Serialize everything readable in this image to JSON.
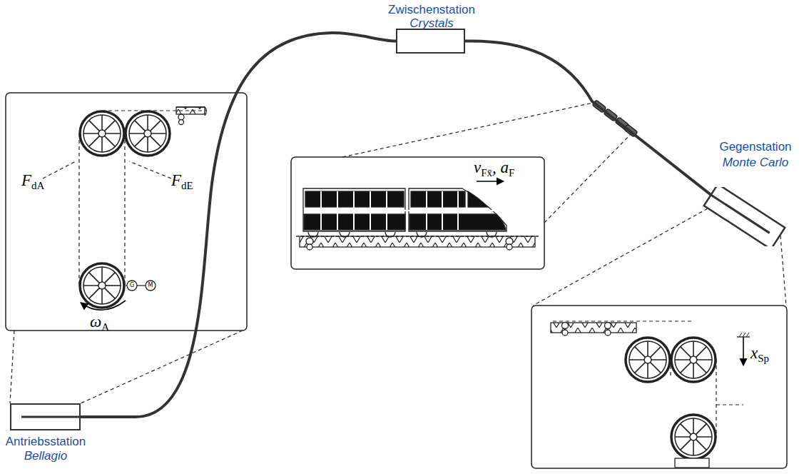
{
  "diagram": {
    "nodes": [
      {
        "text": [
          "Antriebsstation",
          "Bellagio"
        ]
      },
      {
        "text": [
          "Zwischenstation",
          "Crystals"
        ]
      },
      {
        "text": [
          "Gegenstation",
          "Monte Carlo"
        ]
      }
    ],
    "edges": [
      {
        "from": 0,
        "to": 1,
        "arrow": "none"
      },
      {
        "from": 1,
        "to": 2,
        "arrow": "none"
      }
    ],
    "labels": [
      "FdA",
      "FdE",
      "G",
      "M",
      "ωA",
      "vFx̄, aF",
      "xSp"
    ]
  }
}
